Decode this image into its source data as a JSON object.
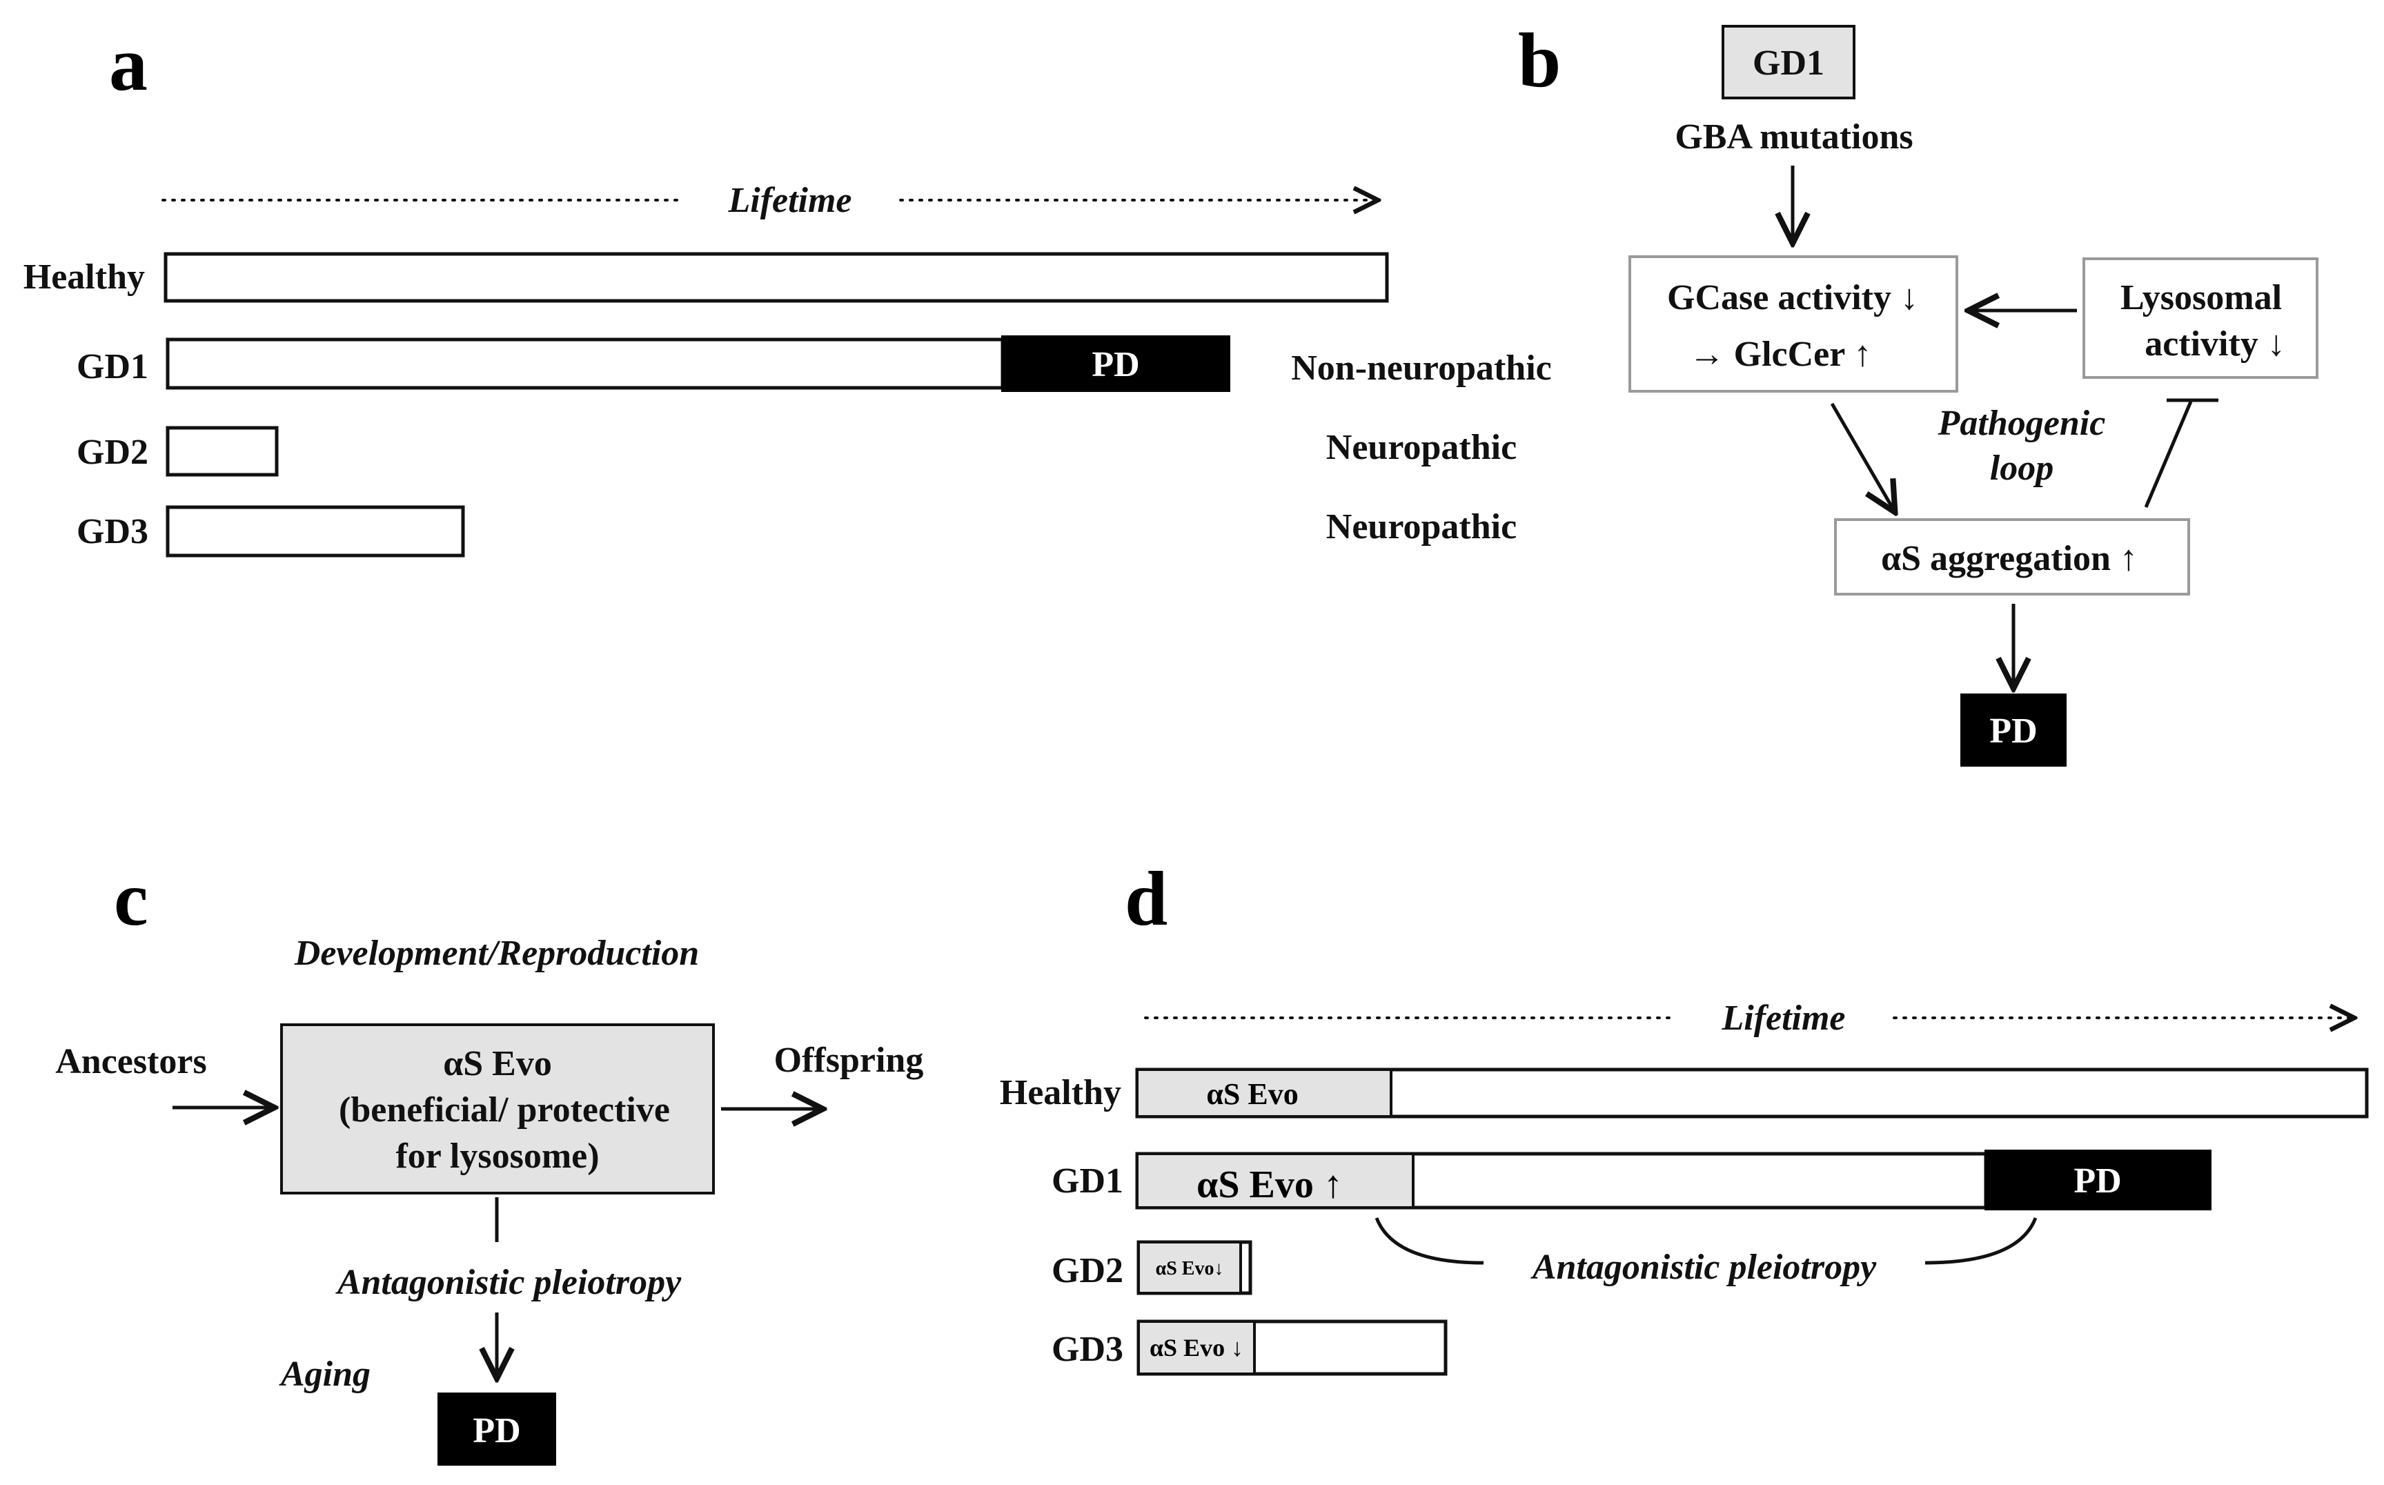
{
  "panels": {
    "a": {
      "letter": "a",
      "axis_label": "Lifetime",
      "rows": [
        {
          "label": "Healthy",
          "lifespan": 1.0
        },
        {
          "label": "GD1",
          "lifespan": 0.87,
          "pd_label": "PD",
          "type": "Non-neuropathic"
        },
        {
          "label": "GD2",
          "lifespan": 0.09,
          "type": "Neuropathic"
        },
        {
          "label": "GD3",
          "lifespan": 0.24,
          "type": "Neuropathic"
        }
      ]
    },
    "b": {
      "letter": "b",
      "gd1": "GD1",
      "gba": "GBA mutations",
      "gcase_line1": "GCase activity ↓",
      "gcase_line2": "→ GlcCer ↑",
      "lyso_line1": "Lysosomal",
      "lyso_line2": "activity ↓",
      "loop_line1": "Pathogenic",
      "loop_line2": "loop",
      "aggregation": "αS aggregation ↑",
      "pd": "PD"
    },
    "c": {
      "letter": "c",
      "dev": "Development/Reproduction",
      "ancestors": "Ancestors",
      "offspring": "Offspring",
      "evo_line1": "αS Evo",
      "evo_line2": "(beneficial/ protective",
      "evo_line3": "for lysosome)",
      "antagonistic": "Antagonistic pleiotropy",
      "aging": "Aging",
      "pd": "PD"
    },
    "d": {
      "letter": "d",
      "axis_label": "Lifetime",
      "antagonistic": "Antagonistic pleiotropy",
      "rows": [
        {
          "label": "Healthy",
          "evo": "αS Evo",
          "lifespan": 1.0
        },
        {
          "label": "GD1",
          "evo": "αS Evo ↑",
          "pd_label": "PD",
          "lifespan": 0.87
        },
        {
          "label": "GD2",
          "evo": "αS Evo↓",
          "lifespan": 0.09
        },
        {
          "label": "GD3",
          "evo": "αS Evo ↓",
          "lifespan": 0.25
        }
      ]
    }
  }
}
